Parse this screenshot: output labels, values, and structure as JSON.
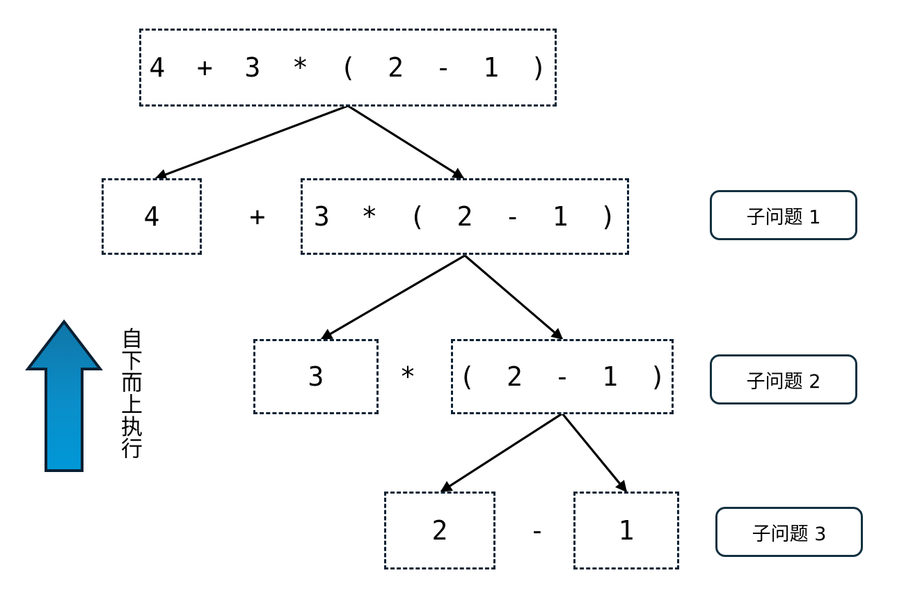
{
  "diagram": {
    "title": "expression-decomposition-tree",
    "colors": {
      "node_border": "#0a2033",
      "tag_border": "#12303f",
      "edge": "#000000",
      "arrow_top": "#1076a8",
      "arrow_bottom": "#0098d8",
      "arrow_outline": "#0a2033",
      "background": "#ffffff"
    }
  },
  "nodes": {
    "root": {
      "text": "4 + 3 * ( 2 - 1 )"
    },
    "level1_left": {
      "text": "4"
    },
    "level1_right": {
      "text": "3 * ( 2 - 1 )"
    },
    "level2_left": {
      "text": "3"
    },
    "level2_right": {
      "text": "( 2 - 1 )"
    },
    "level3_left": {
      "text": "2"
    },
    "level3_right": {
      "text": "1"
    }
  },
  "operators": {
    "level1": "+",
    "level2": "*",
    "level3": "-"
  },
  "tags": [
    {
      "label": "子问题 1"
    },
    {
      "label": "子问题 2"
    },
    {
      "label": "子问题 3"
    }
  ],
  "direction_note": {
    "text": "自下而上执行",
    "arrow": "up-arrow"
  }
}
